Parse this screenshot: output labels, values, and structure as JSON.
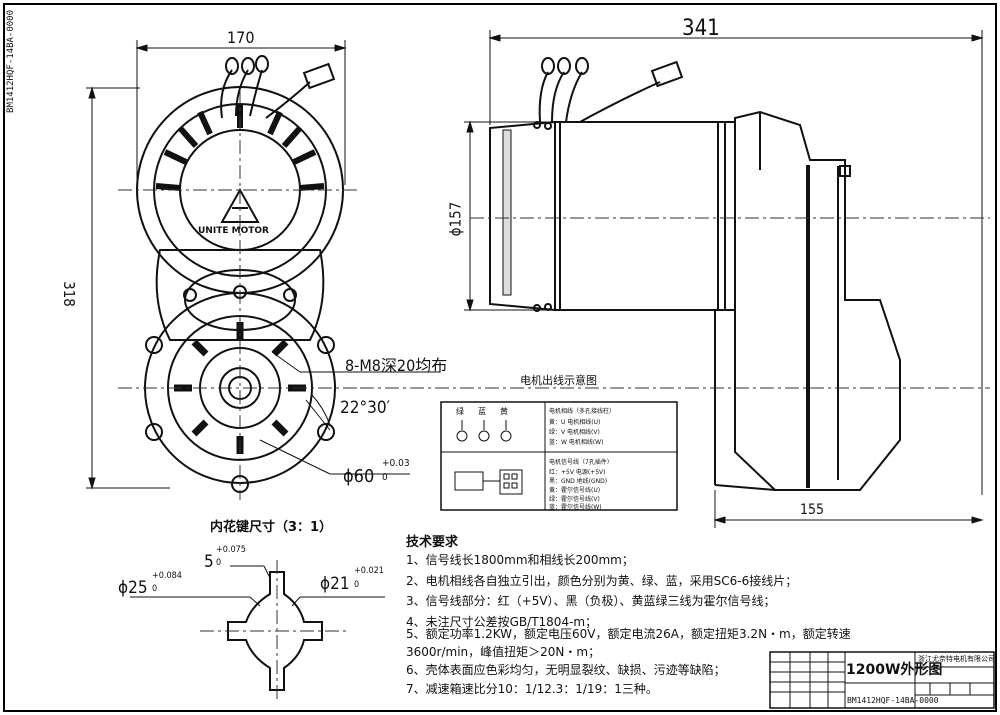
{
  "dimensions": {
    "front_width": "170",
    "front_height": "318",
    "side_length": "341",
    "diameter": "ϕ157",
    "flange": "155",
    "bolts": "8-M8深20均布",
    "angle": "22°30′",
    "bore": "ϕ60",
    "bore_tol": "+0.03",
    "bore_tol_low": "0"
  },
  "labels": {
    "brand": "UNITE MOTOR",
    "lead_title": "电机出线示意图",
    "spline_title": "内花键尺寸（3：1）",
    "side_code": "BM1412HQF-14BA-0000"
  },
  "spline": {
    "key": "5",
    "key_tol": "+0.075",
    "key_low": "0",
    "outer": "ϕ25",
    "outer_tol": "+0.084",
    "outer_low": "0",
    "inner": "ϕ21",
    "inner_tol": "+0.021",
    "inner_low": "0"
  },
  "lead_box": {
    "colors": [
      "绿",
      "蓝",
      "黄"
    ],
    "text_lines": [
      "电机相线（多孔接线柱）",
      "黄：U 电机相线(U)",
      "绿：V 电机相线(V)",
      "蓝：W 电机相线(W)",
      "电机信号线（7孔插件）",
      "红：+5V 电源(+5V)",
      "黑：GND 地线(GND)",
      "黄：霍尔信号线(U)",
      "绿：霍尔信号线(V)",
      "蓝：霍尔信号线(W)"
    ]
  },
  "notes": {
    "title": "技术要求",
    "items": [
      "1、信号线长1800mm和相线长200mm；",
      "2、电机相线各自独立引出，颜色分别为黄、绿、蓝，采用SC6-6接线片；",
      "3、信号线部分：红（+5V）、黑（负极）、黄蓝绿三线为霍尔信号线；",
      "4、未注尺寸公差按GB/T1804-m；",
      "5、额定功率1.2KW，额定电压60V，额定电流26A，额定扭矩3.2N・m，额定转速",
      "3600r/min，峰值扭矩＞20N・m；",
      "6、壳体表面应色彩均匀，无明显裂纹、缺损、污迹等缺陷；",
      "7、减速箱速比分10：1/12.3：1/19：1三种。"
    ]
  },
  "title_block": {
    "name": "1200W外形图",
    "company": "浙江尤奈特电机有限公司",
    "code": "BM1412HQF-14BA-0000"
  }
}
